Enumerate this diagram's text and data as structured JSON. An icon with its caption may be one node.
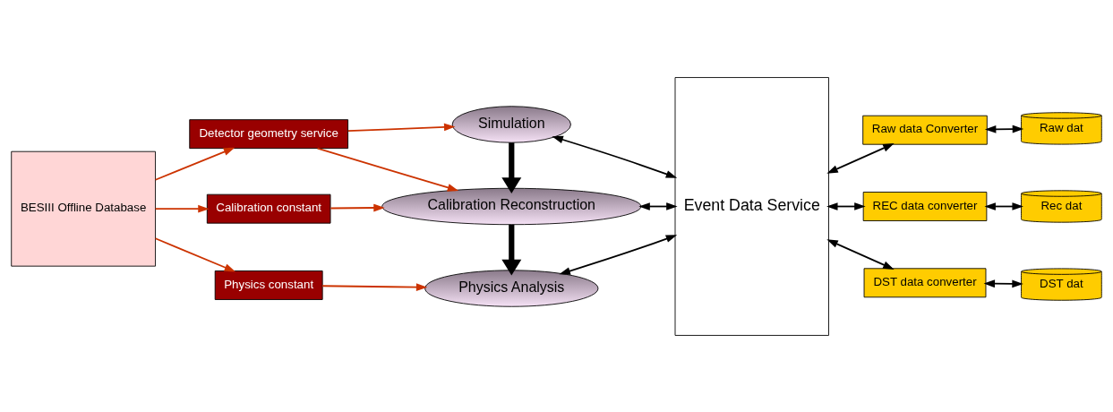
{
  "diagram": {
    "nodes": [
      {
        "text": [
          "BESIII Offline Database"
        ]
      },
      {
        "text": [
          "Detector geometry service"
        ]
      },
      {
        "text": [
          "Calibration constant"
        ]
      },
      {
        "text": [
          "Physics constant"
        ]
      },
      {
        "text": [
          "Simulation"
        ]
      },
      {
        "text": [
          "Calibration Reconstruction"
        ]
      },
      {
        "text": [
          "Physics Analysis"
        ]
      },
      {
        "text": [
          "Event Data Service"
        ]
      },
      {
        "text": [
          "Raw data Converter"
        ]
      },
      {
        "text": [
          "REC data converter"
        ]
      },
      {
        "text": [
          "DST data converter"
        ]
      },
      {
        "text": [
          "Raw dat"
        ]
      },
      {
        "text": [
          "Rec dat"
        ]
      },
      {
        "text": [
          "DST dat"
        ]
      }
    ],
    "edges": [
      {
        "from": 0,
        "to": 1,
        "arrow": "to",
        "color": "#cc3300"
      },
      {
        "from": 0,
        "to": 2,
        "arrow": "to",
        "color": "#cc3300"
      },
      {
        "from": 0,
        "to": 3,
        "arrow": "to",
        "color": "#cc3300"
      },
      {
        "from": 1,
        "to": 4,
        "arrow": "to",
        "color": "#cc3300"
      },
      {
        "from": 1,
        "to": 5,
        "arrow": "to",
        "color": "#cc3300"
      },
      {
        "from": 2,
        "to": 5,
        "arrow": "to",
        "color": "#cc3300"
      },
      {
        "from": 3,
        "to": 6,
        "arrow": "to",
        "color": "#cc3300"
      },
      {
        "from": 4,
        "to": 5,
        "arrow": "to",
        "style": "thick"
      },
      {
        "from": 5,
        "to": 6,
        "arrow": "to",
        "style": "thick"
      },
      {
        "from": 4,
        "to": 7,
        "arrow": "both"
      },
      {
        "from": 5,
        "to": 7,
        "arrow": "both"
      },
      {
        "from": 6,
        "to": 7,
        "arrow": "both"
      },
      {
        "from": 7,
        "to": 8,
        "arrow": "both"
      },
      {
        "from": 7,
        "to": 9,
        "arrow": "both"
      },
      {
        "from": 7,
        "to": 10,
        "arrow": "both"
      },
      {
        "from": 8,
        "to": 11,
        "arrow": "both"
      },
      {
        "from": 9,
        "to": 12,
        "arrow": "both"
      },
      {
        "from": 10,
        "to": 13,
        "arrow": "both"
      }
    ]
  }
}
